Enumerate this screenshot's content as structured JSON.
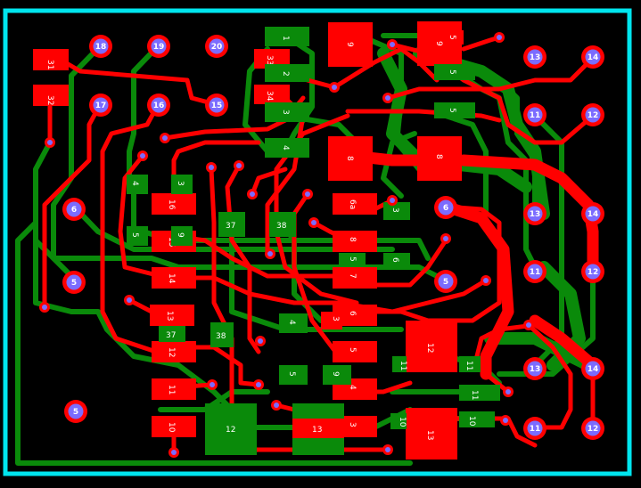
{
  "colors": {
    "background": "#000000",
    "outline": "#00e5ee",
    "top_copper": "#ff0000",
    "bottom_copper": "#0a8a0a",
    "pad_ring": "#ff0000",
    "pad_center": "#7b6cff",
    "via": "#7b6cff"
  },
  "round_pads": [
    {
      "id": "p18",
      "label": "18"
    },
    {
      "id": "p19",
      "label": "19"
    },
    {
      "id": "p20",
      "label": "20"
    },
    {
      "id": "p17",
      "label": "17"
    },
    {
      "id": "p16",
      "label": "16"
    },
    {
      "id": "p15",
      "label": "15"
    },
    {
      "id": "p6a",
      "label": "6"
    },
    {
      "id": "p5a",
      "label": "5"
    },
    {
      "id": "p5b",
      "label": "5"
    },
    {
      "id": "p6b",
      "label": "6"
    },
    {
      "id": "p5c",
      "label": "5"
    },
    {
      "id": "p13a",
      "label": "13"
    },
    {
      "id": "p14a",
      "label": "14"
    },
    {
      "id": "p11a",
      "label": "11"
    },
    {
      "id": "p12a",
      "label": "12"
    },
    {
      "id": "p13b",
      "label": "13"
    },
    {
      "id": "p14b",
      "label": "14"
    },
    {
      "id": "p11b",
      "label": "11"
    },
    {
      "id": "p12b",
      "label": "12"
    },
    {
      "id": "p13c",
      "label": "13"
    },
    {
      "id": "p14c",
      "label": "14"
    },
    {
      "id": "p11c",
      "label": "11"
    },
    {
      "id": "p12c",
      "label": "12"
    }
  ],
  "smd_pads": [
    {
      "id": "s31",
      "label": "31"
    },
    {
      "id": "s32",
      "label": "32"
    },
    {
      "id": "s33",
      "label": "33"
    },
    {
      "id": "s34",
      "label": "34"
    },
    {
      "id": "s1g",
      "label": "1"
    },
    {
      "id": "s2g",
      "label": "2"
    },
    {
      "id": "s3g",
      "label": "3"
    },
    {
      "id": "s4g",
      "label": "4"
    },
    {
      "id": "s9a",
      "label": "9"
    },
    {
      "id": "s8a",
      "label": "8"
    },
    {
      "id": "s9b",
      "label": "9"
    },
    {
      "id": "s5b",
      "label": "5"
    },
    {
      "id": "s5bg",
      "label": "5"
    },
    {
      "id": "s5cg",
      "label": "5"
    },
    {
      "id": "s8b",
      "label": "8"
    },
    {
      "id": "s16",
      "label": "16"
    },
    {
      "id": "s15",
      "label": "15"
    },
    {
      "id": "s14",
      "label": "14"
    },
    {
      "id": "s13",
      "label": "13"
    },
    {
      "id": "s12",
      "label": "12"
    },
    {
      "id": "s11",
      "label": "11"
    },
    {
      "id": "s10",
      "label": "10"
    },
    {
      "id": "g4",
      "label": "4"
    },
    {
      "id": "g3",
      "label": "3"
    },
    {
      "id": "g5",
      "label": "5"
    },
    {
      "id": "g9",
      "label": "9"
    },
    {
      "id": "g37a",
      "label": "37"
    },
    {
      "id": "g38a",
      "label": "38"
    },
    {
      "id": "g37b",
      "label": "37"
    },
    {
      "id": "g38b",
      "label": "38"
    },
    {
      "id": "r6a",
      "label": "6a"
    },
    {
      "id": "g3b",
      "label": "3"
    },
    {
      "id": "r8",
      "label": "8"
    },
    {
      "id": "g5c",
      "label": "5"
    },
    {
      "id": "g6c",
      "label": "6"
    },
    {
      "id": "r7",
      "label": "7"
    },
    {
      "id": "r6",
      "label": "6"
    },
    {
      "id": "r3",
      "label": "3"
    },
    {
      "id": "g4c",
      "label": "4"
    },
    {
      "id": "r5",
      "label": "5"
    },
    {
      "id": "r4",
      "label": "4"
    },
    {
      "id": "g5d",
      "label": "5"
    },
    {
      "id": "g9d",
      "label": "9"
    },
    {
      "id": "r3b",
      "label": "3"
    },
    {
      "id": "g12",
      "label": "12"
    },
    {
      "id": "g13",
      "label": "13"
    },
    {
      "id": "r12big",
      "label": "12"
    },
    {
      "id": "g11",
      "label": "11"
    },
    {
      "id": "g11b",
      "label": "11"
    },
    {
      "id": "g11c",
      "label": "11"
    },
    {
      "id": "r13big",
      "label": "13"
    },
    {
      "id": "g10",
      "label": "10"
    },
    {
      "id": "g10b",
      "label": "10"
    }
  ]
}
